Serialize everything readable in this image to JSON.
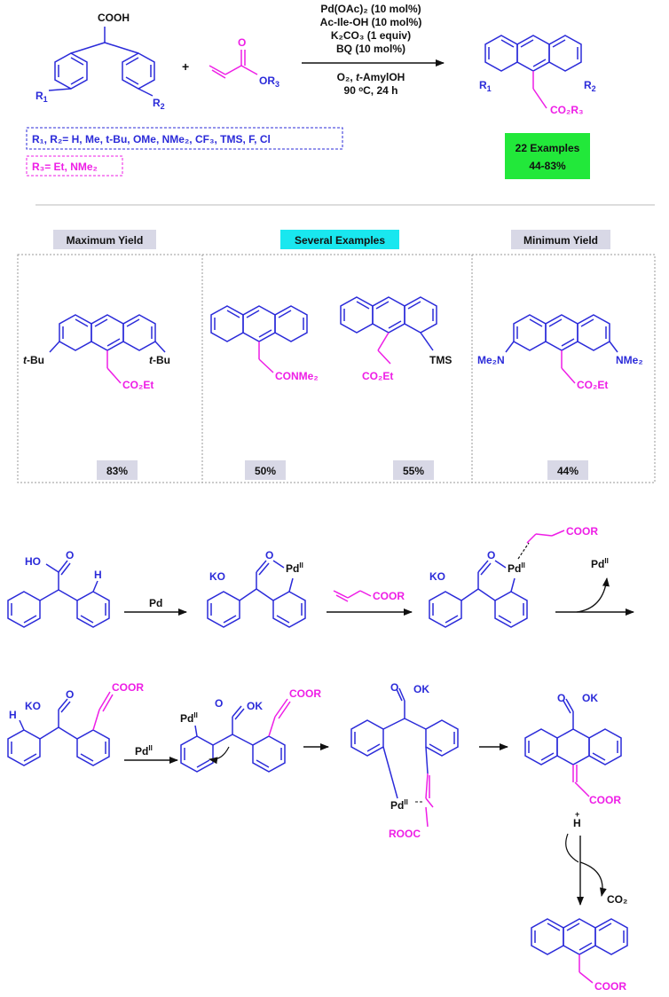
{
  "colors": {
    "ring": "#2b2bd9",
    "magenta": "#ee1ee6",
    "black": "#111111",
    "green_box": "#22e83a",
    "cyan_box": "#19e7ef",
    "grey_box": "#d8d8e6"
  },
  "top": {
    "conditions": {
      "line1": "Pd(OAc)₂ (10 mol%)",
      "line2": "Ac-Ile-OH (10 mol%)",
      "line3": "K₂CO₃ (1 equiv)",
      "line4": "BQ (10 mol%)",
      "line5_a": "O₂, ",
      "line5_b": "t",
      "line5_c": "-AmylOH",
      "line6": "90 ᵒC, 24 h"
    },
    "cooh": "COOH",
    "r1": "R",
    "r1_sub": "1",
    "r2": "R",
    "r2_sub": "2",
    "plus": "+",
    "acrylate_o": "O",
    "acrylate_or3": "OR",
    "acrylate_or3_sub": "3",
    "product_co2r3": "CO₂R₃",
    "substituents_box": "R₁, R₂= H, Me, t-Bu, OMe, NMe₂, CF₃, TMS, F, Cl",
    "r3_box": "R₃= Et, NMe₂",
    "examples_line1": "22 Examples",
    "examples_line2": "44-83%"
  },
  "middle": {
    "header_max": "Maximum Yield",
    "header_several": "Several Examples",
    "header_min": "Minimum Yield",
    "tbu": "t-Bu",
    "tbu_t": "t",
    "tbu_rest": "-Bu",
    "co2et": "CO₂Et",
    "conme2": "CONMe₂",
    "tms": "TMS",
    "me2n": "Me₂N",
    "nme2": "NMe₂",
    "yield_1": "83%",
    "yield_2": "50%",
    "yield_3": "55%",
    "yield_4": "44%"
  },
  "mechanism": {
    "ho": "HO",
    "o": "O",
    "h": "H",
    "pd": "Pd",
    "ko": "KO",
    "pd_ii": "Pd",
    "ii": "II",
    "coor": "COOR",
    "ok": "OK",
    "rooc": "ROOC",
    "h_plus": "H",
    "plus_sign": "+",
    "co2": "CO₂"
  }
}
